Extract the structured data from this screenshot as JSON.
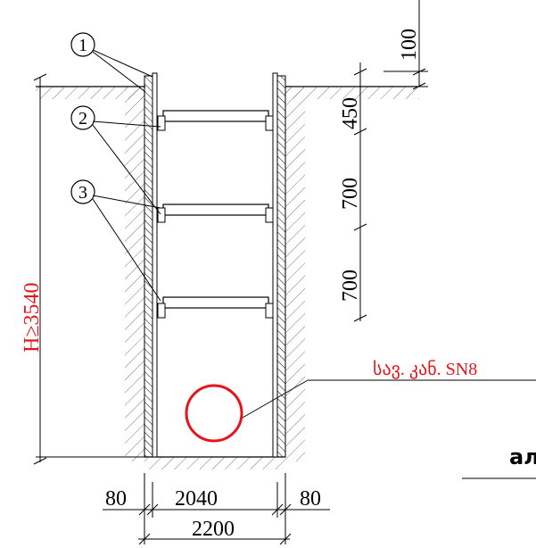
{
  "height_label": "H≥3540",
  "pipe_label": "სავ. კან. SN8",
  "callouts": [
    "1",
    "2",
    "3"
  ],
  "dims_right": [
    "100",
    "450",
    "700",
    "700"
  ],
  "dims_bottom": [
    "80",
    "2040",
    "80",
    "2200"
  ],
  "right_fragment": "ал",
  "colors": {
    "accent": "#e8141b",
    "line": "#000000"
  }
}
